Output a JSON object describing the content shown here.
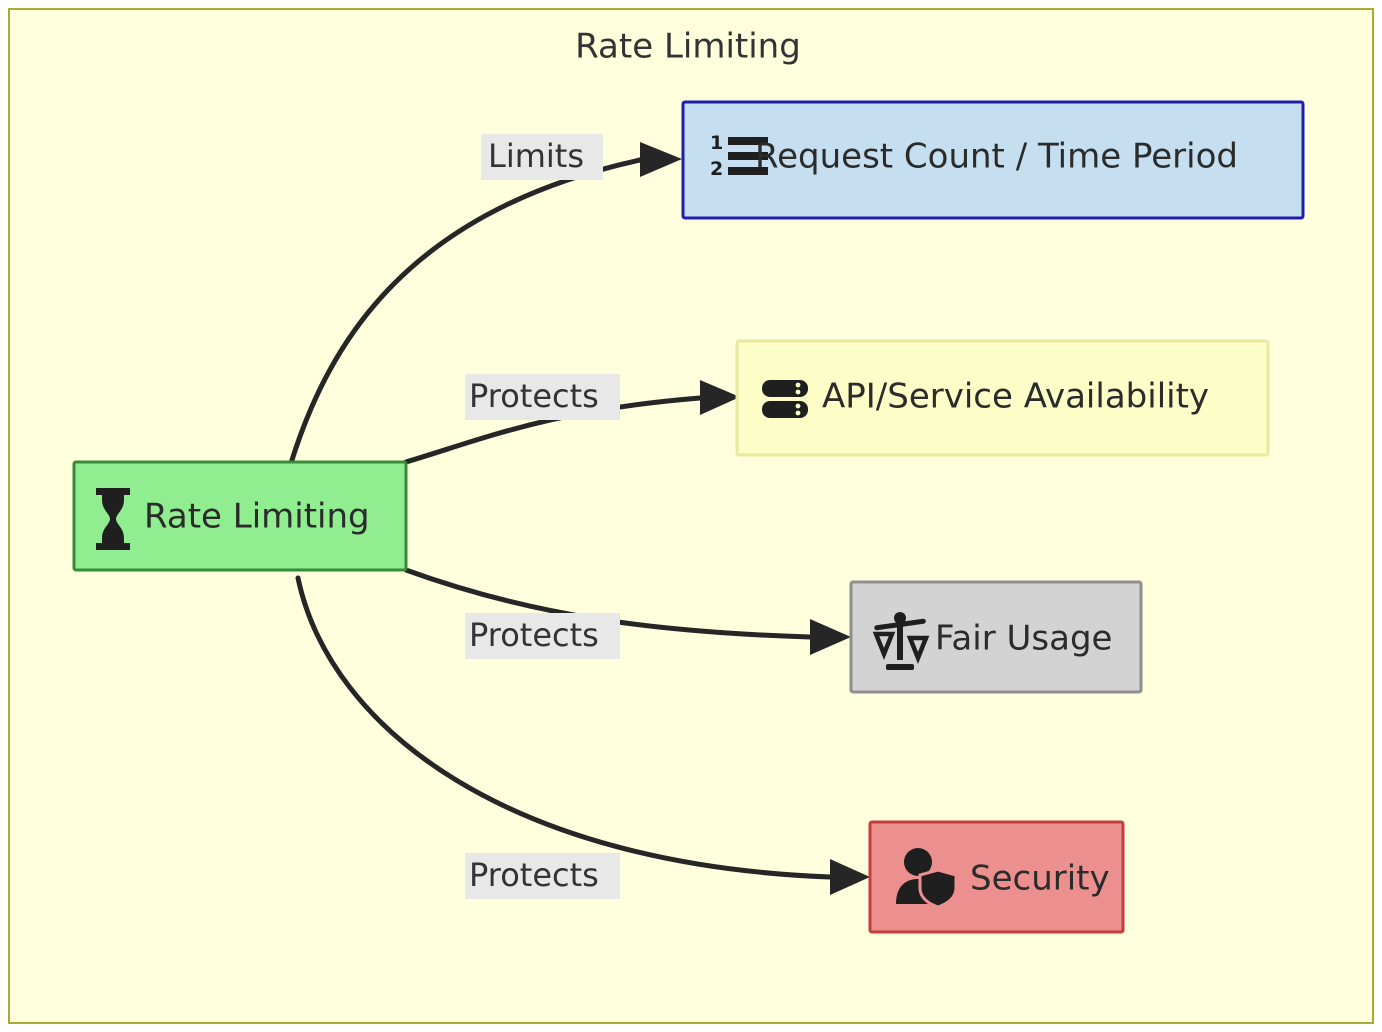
{
  "diagram": {
    "title": "Rate Limiting",
    "type": "flowchart",
    "background_color": "#ffffde",
    "border_color": "#aaaa33",
    "edge_color": "#262626",
    "edge_label_bg_color": "#e8e8e8",
    "nodes": [
      {
        "id": "root",
        "label": "Rate Limiting",
        "icon": "hourglass-icon",
        "icon_glyph": "⌛",
        "fill": "#90ee90",
        "stroke": "#3a8a3a",
        "text_color": "#2b2b2b"
      },
      {
        "id": "request-count",
        "label": "Request Count / Time Period",
        "icon": "ordered-list-icon",
        "icon_glyph": "",
        "fill": "#c5dff0",
        "stroke": "#1f1fa8",
        "text_color": "#2b2b2b"
      },
      {
        "id": "api-availability",
        "label": "API/Service Availability",
        "icon": "server-rack-icon",
        "icon_glyph": "",
        "fill": "#fdfdc8",
        "stroke": "#e8e8a0",
        "text_color": "#2b2b2b"
      },
      {
        "id": "fair-usage",
        "label": "Fair Usage",
        "icon": "balance-scale-icon",
        "icon_glyph": "",
        "fill": "#d3d3d3",
        "stroke": "#8f8f8f",
        "text_color": "#2b2b2b"
      },
      {
        "id": "security",
        "label": "Security",
        "icon": "user-shield-icon",
        "icon_glyph": "",
        "fill": "#eb8f8f",
        "stroke": "#c43c3c",
        "text_color": "#2b2b2b"
      }
    ],
    "edges": [
      {
        "id": "edge-limits",
        "from": "root",
        "to": "request-count",
        "label": "Limits"
      },
      {
        "id": "edge-protects-api",
        "from": "root",
        "to": "api-availability",
        "label": "Protects"
      },
      {
        "id": "edge-protects-fairusage",
        "from": "root",
        "to": "fair-usage",
        "label": "Protects"
      },
      {
        "id": "edge-protects-security",
        "from": "root",
        "to": "security",
        "label": "Protects"
      }
    ]
  }
}
